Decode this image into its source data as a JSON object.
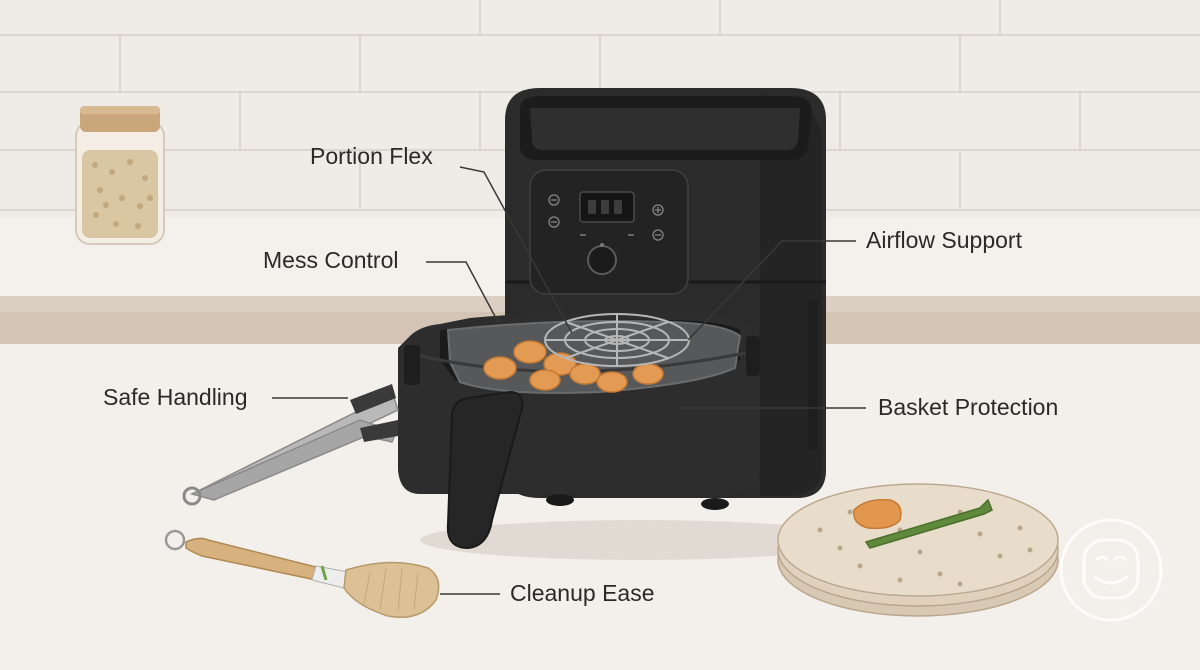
{
  "callouts": {
    "portion_flex": "Portion Flex",
    "mess_control": "Mess Control",
    "airflow_support": "Airflow Support",
    "safe_handling": "Safe Handling",
    "basket_protection": "Basket Protection",
    "cleanup_ease": "Cleanup Ease"
  },
  "colors": {
    "wall": "#efebe6",
    "tile_grout": "#ddd6cf",
    "counter": "#f3efea",
    "counter_edge": "#d9cdc2",
    "appliance": "#2b2b2c",
    "appliance_dark": "#1e1e1f",
    "basket_liner": "#57595b",
    "food": "#e39a52",
    "brush_handle": "#d8b27e",
    "paper_liner": "#e8dccb",
    "asparagus": "#5f8a3c",
    "leader_line": "#3a3835"
  },
  "icons": {
    "watermark": "smiling-face-badge-icon"
  }
}
